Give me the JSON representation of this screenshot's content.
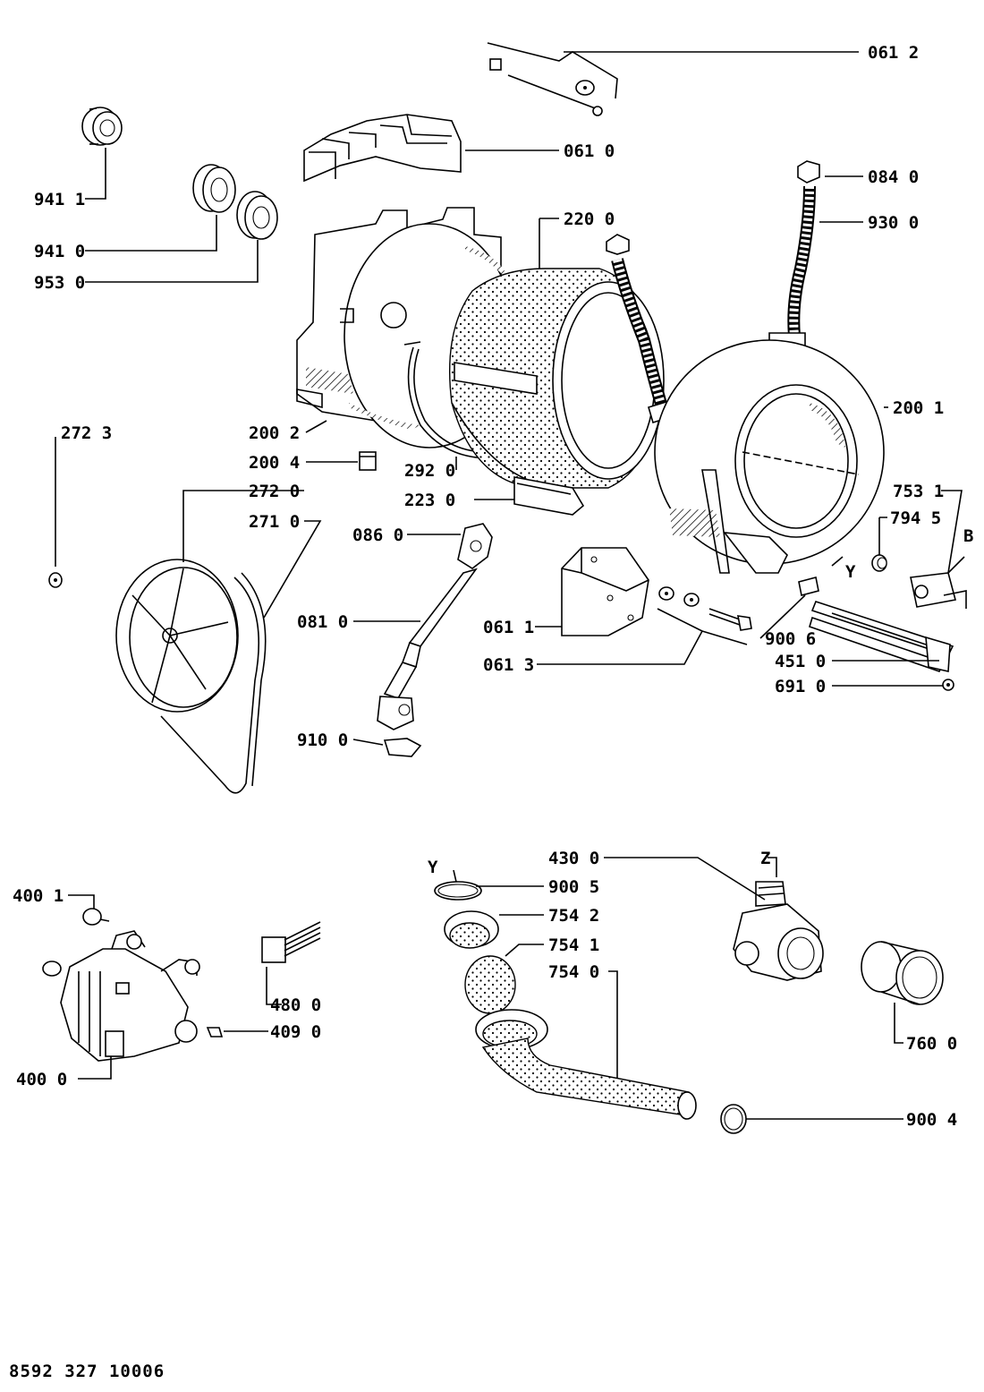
{
  "diagram": {
    "labels": [
      {
        "id": "l0612",
        "text": "061 2"
      },
      {
        "id": "l0610",
        "text": "061 0"
      },
      {
        "id": "l0840",
        "text": "084 0"
      },
      {
        "id": "l9411",
        "text": "941 1"
      },
      {
        "id": "l2200",
        "text": "220 0"
      },
      {
        "id": "l9300",
        "text": "930 0"
      },
      {
        "id": "l9410",
        "text": "941 0"
      },
      {
        "id": "l9530",
        "text": "953 0"
      },
      {
        "id": "l2001",
        "text": "200 1"
      },
      {
        "id": "l2723",
        "text": "272 3"
      },
      {
        "id": "l2002",
        "text": "200 2"
      },
      {
        "id": "l2004",
        "text": "200 4"
      },
      {
        "id": "l2920",
        "text": "292 0"
      },
      {
        "id": "l2720",
        "text": "272 0"
      },
      {
        "id": "l2230",
        "text": "223 0"
      },
      {
        "id": "l7531",
        "text": "753 1"
      },
      {
        "id": "l2710",
        "text": "271 0"
      },
      {
        "id": "l0860",
        "text": "086 0"
      },
      {
        "id": "l7945",
        "text": "794 5"
      },
      {
        "id": "lB",
        "text": "B"
      },
      {
        "id": "lY1",
        "text": "Y"
      },
      {
        "id": "l0810",
        "text": "081 0"
      },
      {
        "id": "l0611",
        "text": "061 1"
      },
      {
        "id": "l9006",
        "text": "900 6"
      },
      {
        "id": "l0613",
        "text": "061 3"
      },
      {
        "id": "l4510",
        "text": "451 0"
      },
      {
        "id": "l6910",
        "text": "691 0"
      },
      {
        "id": "l9100",
        "text": "910 0"
      },
      {
        "id": "l4300",
        "text": "430 0"
      },
      {
        "id": "lZ",
        "text": "Z"
      },
      {
        "id": "lY2",
        "text": "Y"
      },
      {
        "id": "l9005",
        "text": "900 5"
      },
      {
        "id": "l4001",
        "text": "400 1"
      },
      {
        "id": "l7542",
        "text": "754 2"
      },
      {
        "id": "l7541",
        "text": "754 1"
      },
      {
        "id": "l7540",
        "text": "754 0"
      },
      {
        "id": "l4800",
        "text": "480 0"
      },
      {
        "id": "l4090",
        "text": "409 0"
      },
      {
        "id": "l7600",
        "text": "760 0"
      },
      {
        "id": "l4000",
        "text": "400 0"
      },
      {
        "id": "l9004",
        "text": "900 4"
      }
    ],
    "document_number": "8592 327 10006"
  }
}
